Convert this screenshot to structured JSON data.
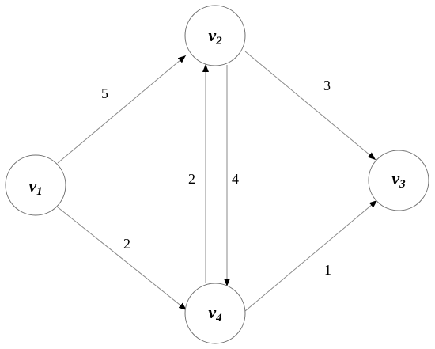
{
  "nodes": {
    "v1": {
      "base": "v",
      "sub": "1"
    },
    "v2": {
      "base": "v",
      "sub": "2"
    },
    "v3": {
      "base": "v",
      "sub": "3"
    },
    "v4": {
      "base": "v",
      "sub": "4"
    }
  },
  "edges": {
    "v1_v2": {
      "label": "5"
    },
    "v1_v4": {
      "label": "2"
    },
    "v4_v2": {
      "label": "2"
    },
    "v2_v4": {
      "label": "4"
    },
    "v2_v3": {
      "label": "3"
    },
    "v4_v3": {
      "label": "1"
    }
  },
  "colors": {
    "edge": "#8a8a8a",
    "node_border": "#707070",
    "text": "#000000",
    "background": "#ffffff"
  }
}
